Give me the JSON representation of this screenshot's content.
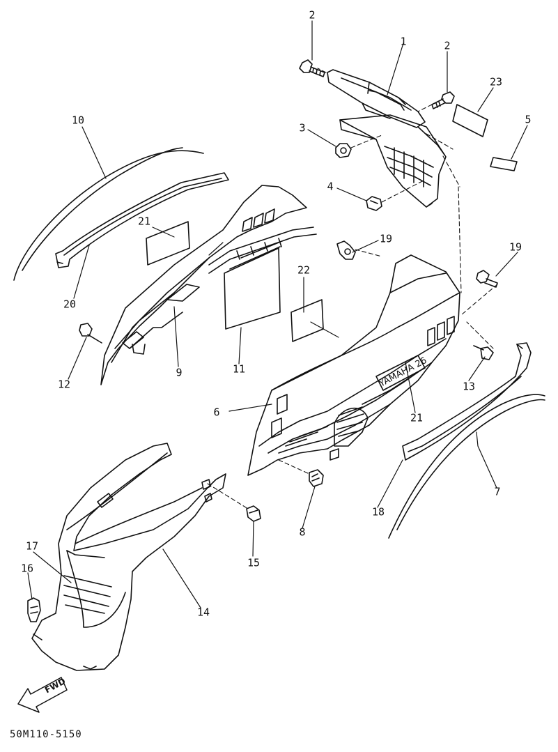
{
  "drawing": {
    "part_code": "50M110-5150",
    "fwd_label": "FWD",
    "decal_text": "YAMAHA 26",
    "ink_color": "#111111",
    "paper_color": "#ffffff"
  },
  "callouts": [
    {
      "id": "c1",
      "label": "1"
    },
    {
      "id": "c2a",
      "label": "2"
    },
    {
      "id": "c2b",
      "label": "2"
    },
    {
      "id": "c23",
      "label": "23"
    },
    {
      "id": "c3",
      "label": "3"
    },
    {
      "id": "c5",
      "label": "5"
    },
    {
      "id": "c4",
      "label": "4"
    },
    {
      "id": "c10",
      "label": "10"
    },
    {
      "id": "c21a",
      "label": "21"
    },
    {
      "id": "c19a",
      "label": "19"
    },
    {
      "id": "c19b",
      "label": "19"
    },
    {
      "id": "c22",
      "label": "22"
    },
    {
      "id": "c20",
      "label": "20"
    },
    {
      "id": "c12",
      "label": "12"
    },
    {
      "id": "c9",
      "label": "9"
    },
    {
      "id": "c11",
      "label": "11"
    },
    {
      "id": "c13",
      "label": "13"
    },
    {
      "id": "c6",
      "label": "6"
    },
    {
      "id": "c21b",
      "label": "21"
    },
    {
      "id": "c7",
      "label": "7"
    },
    {
      "id": "c18",
      "label": "18"
    },
    {
      "id": "c8",
      "label": "8"
    },
    {
      "id": "c15",
      "label": "15"
    },
    {
      "id": "c17",
      "label": "17"
    },
    {
      "id": "c16",
      "label": "16"
    },
    {
      "id": "c14",
      "label": "14"
    }
  ]
}
